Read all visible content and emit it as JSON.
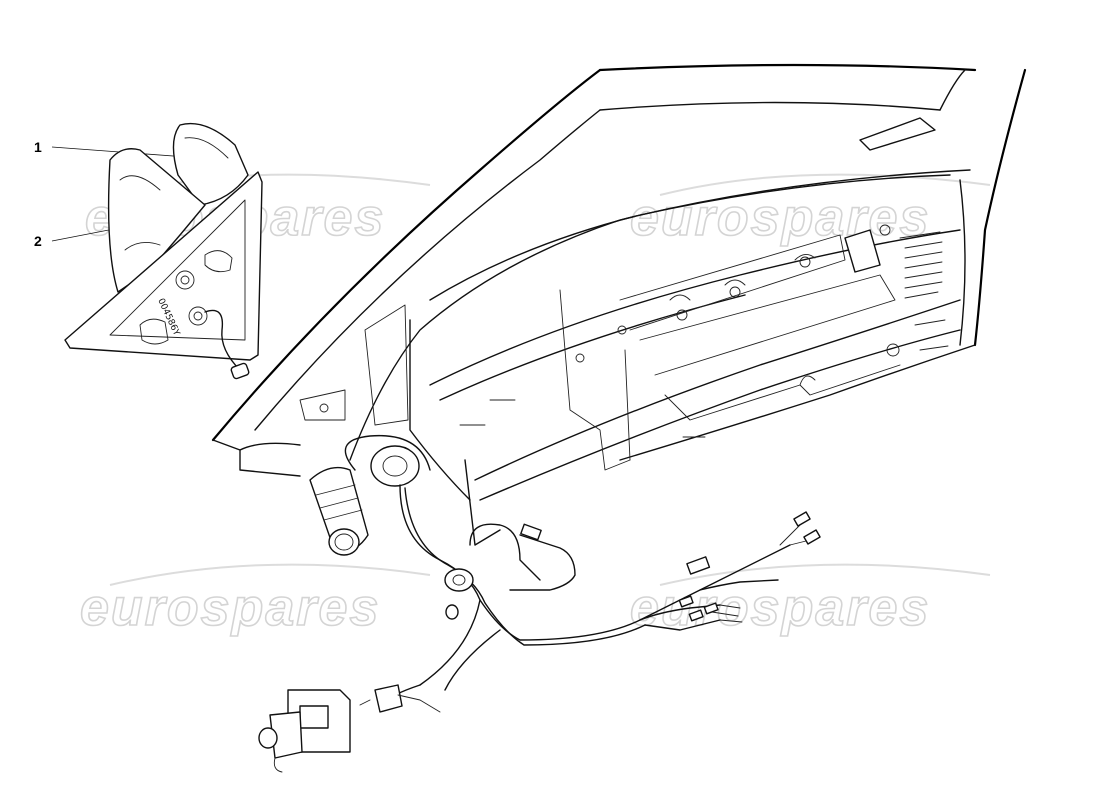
{
  "callouts": [
    {
      "number": "1"
    },
    {
      "number": "2"
    }
  ],
  "part_stamp": "004586Y",
  "watermark": "eurospares"
}
